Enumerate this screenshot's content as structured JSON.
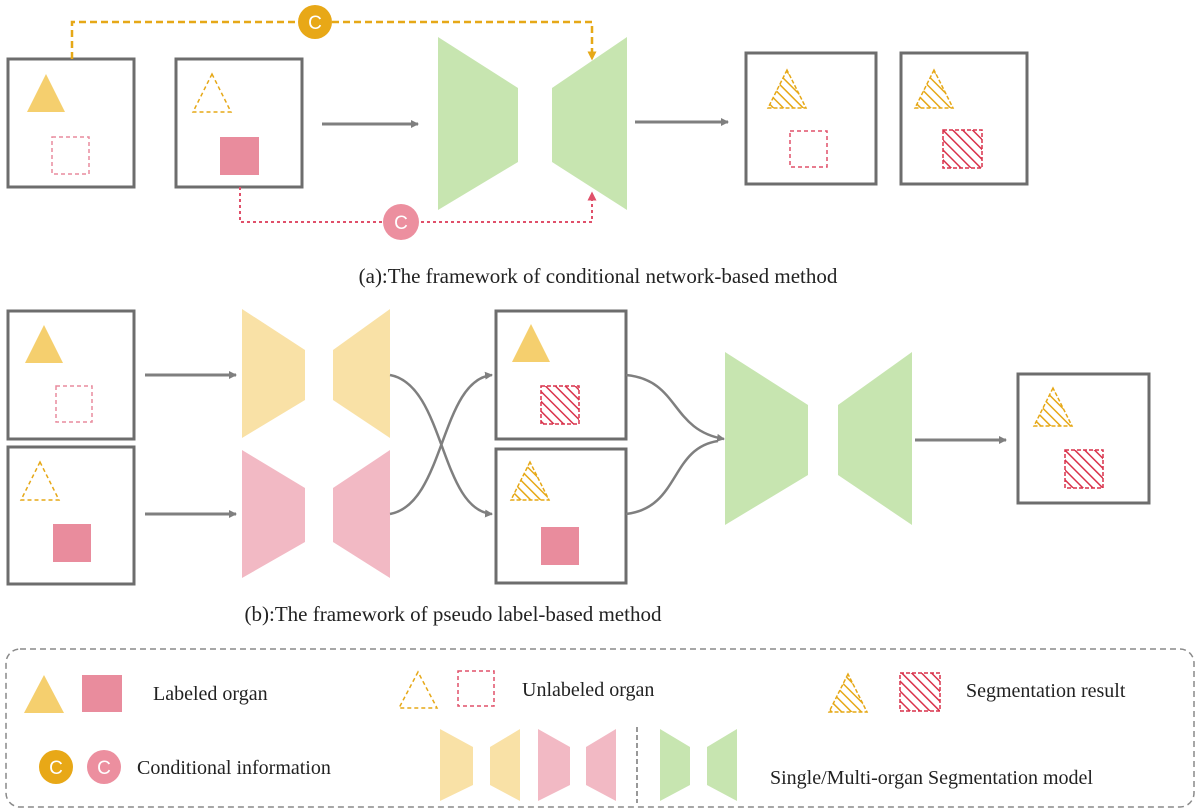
{
  "captions": {
    "a": "(a):The  framework  of  conditional  network-based  method",
    "b": "(b):The  framework  of pseudo label-based method"
  },
  "condition_symbol": "C",
  "legend": {
    "labeled": "Labeled organ",
    "unlabeled": "Unlabeled  organ",
    "segmentation": "Segmentation result",
    "conditional": "Conditional information",
    "model": "Single/Multi-organ  Segmentation model"
  },
  "colors": {
    "organ_yellow": "#f5cf6e",
    "organ_pink": "#e98c9d",
    "model_green": "#c7e5b0",
    "model_yellow": "#f9e1a6",
    "model_pink": "#f2b9c4",
    "cond_yellow": "#e8a817",
    "cond_pink": "#ec8f9f",
    "box_gray": "#6d6d6d",
    "arrow_gray": "#7f7f7f",
    "hatch_red": "#d9324b",
    "dash_yellow": "#e6a817"
  }
}
